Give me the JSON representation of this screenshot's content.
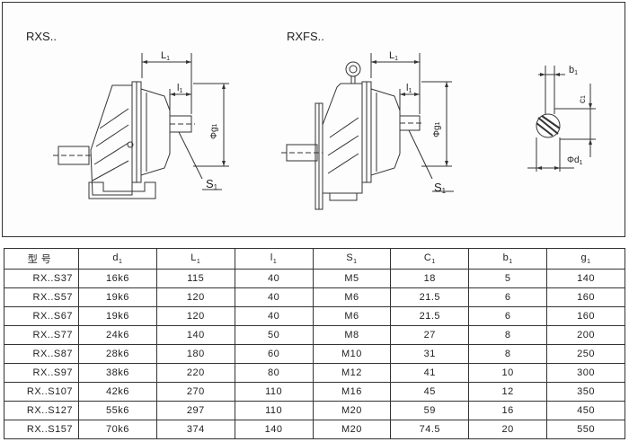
{
  "drawing": {
    "title_left": "RXS..",
    "title_right": "RXFS..",
    "dim_L1": "L",
    "dim_l1": "l",
    "dim_g1": "Φg",
    "dim_S1": "S",
    "dim_b1": "b",
    "dim_c1": "c",
    "dim_d1": "Φd",
    "subscript": "1"
  },
  "table": {
    "headers": [
      "型 号",
      "d",
      "L",
      "l",
      "S",
      "C",
      "b",
      "g"
    ],
    "header_subscript": "1",
    "rows": [
      [
        "RX..S37",
        "16k6",
        "115",
        "40",
        "M5",
        "18",
        "5",
        "140"
      ],
      [
        "RX..S57",
        "19k6",
        "120",
        "40",
        "M6",
        "21.5",
        "6",
        "160"
      ],
      [
        "RX..S67",
        "19k6",
        "120",
        "40",
        "M6",
        "21.5",
        "6",
        "160"
      ],
      [
        "RX..S77",
        "24k6",
        "140",
        "50",
        "M8",
        "27",
        "8",
        "200"
      ],
      [
        "RX..S87",
        "28k6",
        "180",
        "60",
        "M10",
        "31",
        "8",
        "250"
      ],
      [
        "RX..S97",
        "38k6",
        "220",
        "80",
        "M12",
        "41",
        "10",
        "300"
      ],
      [
        "RX..S107",
        "42k6",
        "270",
        "110",
        "M16",
        "45",
        "12",
        "350"
      ],
      [
        "RX..S127",
        "55k6",
        "297",
        "110",
        "M20",
        "59",
        "16",
        "450"
      ],
      [
        "RX..S157",
        "70k6",
        "374",
        "140",
        "M20",
        "74.5",
        "20",
        "550"
      ]
    ]
  }
}
